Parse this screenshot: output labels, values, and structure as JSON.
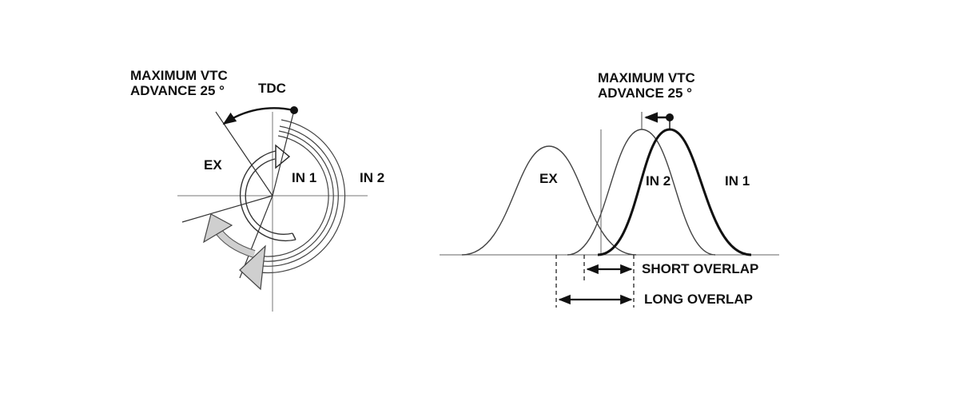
{
  "valve_timing_dial": {
    "title_line1": "MAXIMUM VTC",
    "title_line2": "ADVANCE 25 °",
    "tdc_label": "TDC",
    "ex_label": "EX",
    "in1_label": "IN 1",
    "in2_label": "IN 2"
  },
  "valve_lift_graph": {
    "title_line1": "MAXIMUM VTC",
    "title_line2": "ADVANCE 25 °",
    "ex_label": "EX",
    "in2_label": "IN 2",
    "in1_label": "IN 1",
    "short_overlap_label": "SHORT OVERLAP",
    "long_overlap_label": "LONG OVERLAP"
  },
  "colors": {
    "line": "#111111",
    "thin_line": "#666666",
    "arrow_fill": "#cfcfcf"
  }
}
